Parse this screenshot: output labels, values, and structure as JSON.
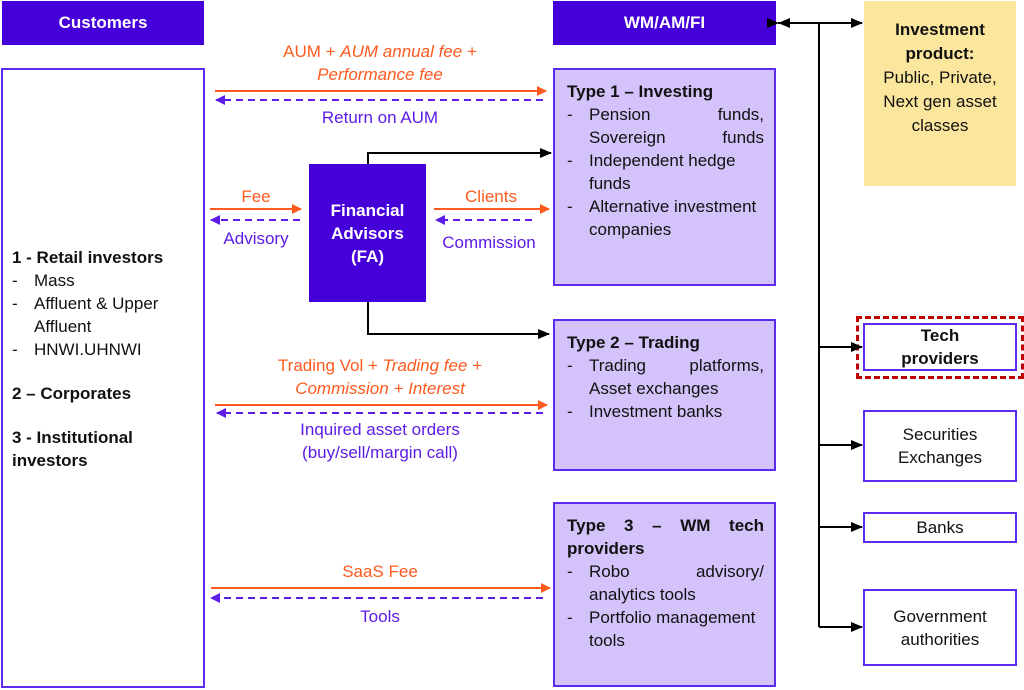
{
  "headers": {
    "customers": "Customers",
    "wm": "WM/AM/FI"
  },
  "customers": {
    "group1_title": "1 - Retail investors",
    "group1_items": [
      "Mass",
      "Affluent & Upper Affluent",
      "HNWI.UHNWI"
    ],
    "group2_title": "2 – Corporates",
    "group3_title": "3 - Institutional investors"
  },
  "flows": {
    "aum": {
      "forward_plain": "AUM + ",
      "forward_italic_1": "AUM annual fee +",
      "forward_italic_2": "Performance fee",
      "return": "Return on AUM"
    },
    "fee": {
      "forward": "Fee",
      "return": "Advisory"
    },
    "clients": {
      "forward": "Clients",
      "return": "Commission"
    },
    "trading": {
      "forward_plain_1": "Trading Vol + ",
      "forward_italic_1": "Trading fee +",
      "forward_italic_2": "Commission + Interest",
      "return_1": "Inquired asset orders",
      "return_2": "(buy/sell/margin call)"
    },
    "saas": {
      "forward": "SaaS Fee",
      "return": "Tools"
    }
  },
  "financial_advisors": {
    "line1": "Financial",
    "line2": "Advisors",
    "line3": "(FA)"
  },
  "types": [
    {
      "title": "Type 1 – Investing",
      "items": [
        "Pension funds, Sovereign funds",
        "Independent hedge funds",
        "Alternative investment companies"
      ]
    },
    {
      "title": "Type 2 – Trading",
      "items": [
        "Trading platforms, Asset exchanges",
        "Investment banks"
      ]
    },
    {
      "title": "Type 3 – WM tech providers",
      "items": [
        "Robo advisory/ analytics tools",
        "Portfolio management tools"
      ]
    }
  ],
  "investment_product": {
    "title": "Investment product:",
    "body": "Public, Private, Next gen asset classes"
  },
  "side_boxes": {
    "tech": "Tech providers",
    "securities": "Securities Exchanges",
    "banks": "Banks",
    "government": "Government authorities"
  },
  "colors": {
    "header": "#4500d9",
    "type_fill": "#d4c3fb",
    "border": "#5d2bf0",
    "orange": "#ff5a1f",
    "purple_text": "#5d1ce6",
    "yellow": "#fbe69d",
    "highlight": "#c00000"
  }
}
